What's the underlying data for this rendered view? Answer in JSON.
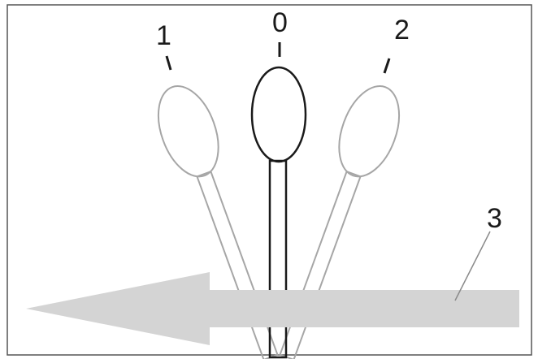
{
  "labels": {
    "center_swab": "0",
    "left_swab": "1",
    "right_swab": "2",
    "arrow": "3"
  },
  "colors": {
    "frame": "#555555",
    "active_swab": "#1a1a1a",
    "ghost_swab": "#a6a6a6",
    "arrow_fill": "#d4d4d4",
    "leader_line": "#8a8a8a",
    "background": "#ffffff"
  }
}
